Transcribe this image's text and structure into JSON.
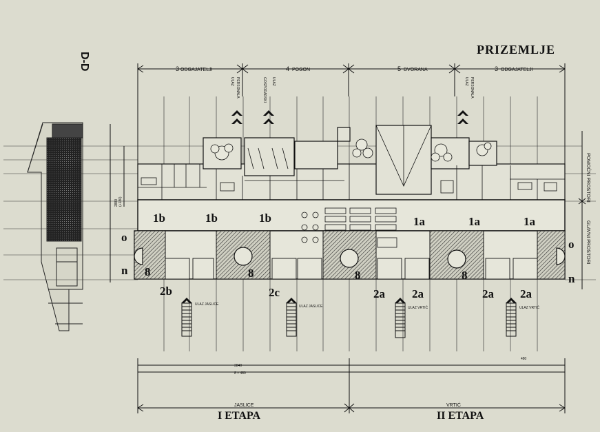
{
  "title": "PRIZEMLJE",
  "section_label": "D-D",
  "top_dims": [
    {
      "num": "3",
      "label": "ODGAJATELJI"
    },
    {
      "num": "4",
      "label": "POGON"
    },
    {
      "num": "5",
      "label": "DVORANA"
    },
    {
      "num": "3",
      "label": "ODGAJATELJI"
    }
  ],
  "entries_top": {
    "ulaz1": "ULAZ",
    "personala1": "PERSONALA",
    "gospodarski": "GOSPODARSKI",
    "ulaz2": "ULAZ",
    "ulaz3": "ULAZ",
    "personala2": "PERSONALA"
  },
  "right_labels": [
    "POMOĆNI PROSTORI",
    "GLAVNI PROSTORI"
  ],
  "row_letters": {
    "o_left": "o",
    "n_left": "n",
    "o_right": "o",
    "n_right": "n"
  },
  "unit_labels": {
    "u1b_1": "1b",
    "u1b_2": "1b",
    "u1b_3": "1b",
    "u1a_1": "1a",
    "u1a_2": "1a",
    "u1a_3": "1a",
    "r8_1": "8",
    "r8_2": "8",
    "r8_3": "8",
    "r8_4": "8",
    "u2b_1": "2b",
    "u2c": "2c",
    "u2a_1": "2a",
    "u2a_2": "2a",
    "u2a_3": "2a",
    "u2a_4": "2a"
  },
  "entries_bottom": [
    "ULAZ JASLICE",
    "ULAZ JASLICE",
    "ULAZ VRTIĆ",
    "ULAZ VRTIĆ"
  ],
  "bottom_dims": {
    "total": "3840",
    "sub": "8 × 480",
    "left_dim": "2880",
    "left_dim2": "(+180)",
    "ptrs": "480"
  },
  "stages": [
    {
      "sub": "JASLICE",
      "label": "I ETAPA"
    },
    {
      "sub": "VRTIĆ",
      "label": "II ETAPA"
    }
  ]
}
